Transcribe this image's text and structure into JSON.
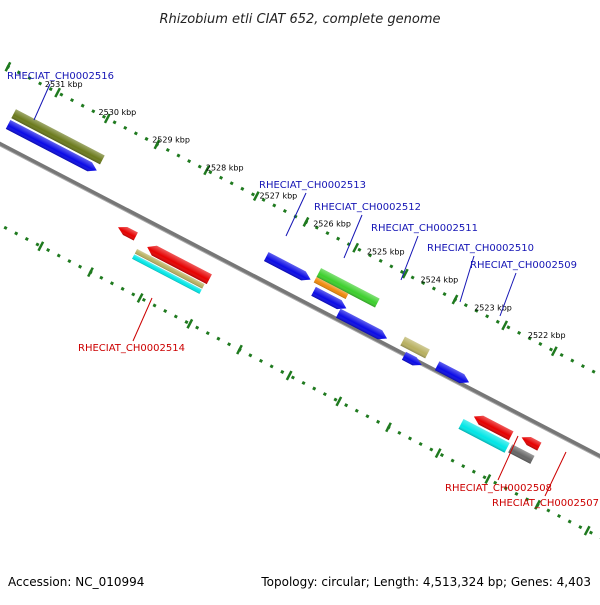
{
  "title": "Rhizobium etli CIAT 652, complete genome",
  "footer": {
    "accession": "Accession: NC_010994",
    "summary": "Topology: circular; Length: 4,513,324 bp; Genes: 4,403"
  },
  "scale": {
    "ticks": [
      "2531 kbp",
      "2530 kbp",
      "2529 kbp",
      "2528 kbp",
      "2527 kbp",
      "2526 kbp",
      "2525 kbp",
      "2524 kbp",
      "2523 kbp",
      "2522 kbp"
    ]
  },
  "genes_forward": [
    {
      "locus_tag": "RHECIAT_CH0002516",
      "color": "#1515b5"
    },
    {
      "locus_tag": "RHECIAT_CH0002513",
      "color": "#1515b5"
    },
    {
      "locus_tag": "RHECIAT_CH0002512",
      "color": "#1515b5"
    },
    {
      "locus_tag": "RHECIAT_CH0002511",
      "color": "#1515b5"
    },
    {
      "locus_tag": "RHECIAT_CH0002510",
      "color": "#1515b5"
    },
    {
      "locus_tag": "RHECIAT_CH0002509",
      "color": "#1515b5"
    }
  ],
  "genes_reverse": [
    {
      "locus_tag": "RHECIAT_CH0002514",
      "color": "#cc0000"
    },
    {
      "locus_tag": "RHECIAT_CH0002508",
      "color": "#cc0000"
    },
    {
      "locus_tag": "RHECIAT_CH0002507",
      "color": "#cc0000"
    }
  ],
  "colors": {
    "blue": "#0a0ae6",
    "red": "#e60000",
    "olive": "#6b7a1c",
    "green": "#3ccf2c",
    "orange": "#f08a0a",
    "tan": "#b8b060",
    "cyan": "#00e6e6",
    "grey": "#666666",
    "dots": "#1f7a1f"
  }
}
